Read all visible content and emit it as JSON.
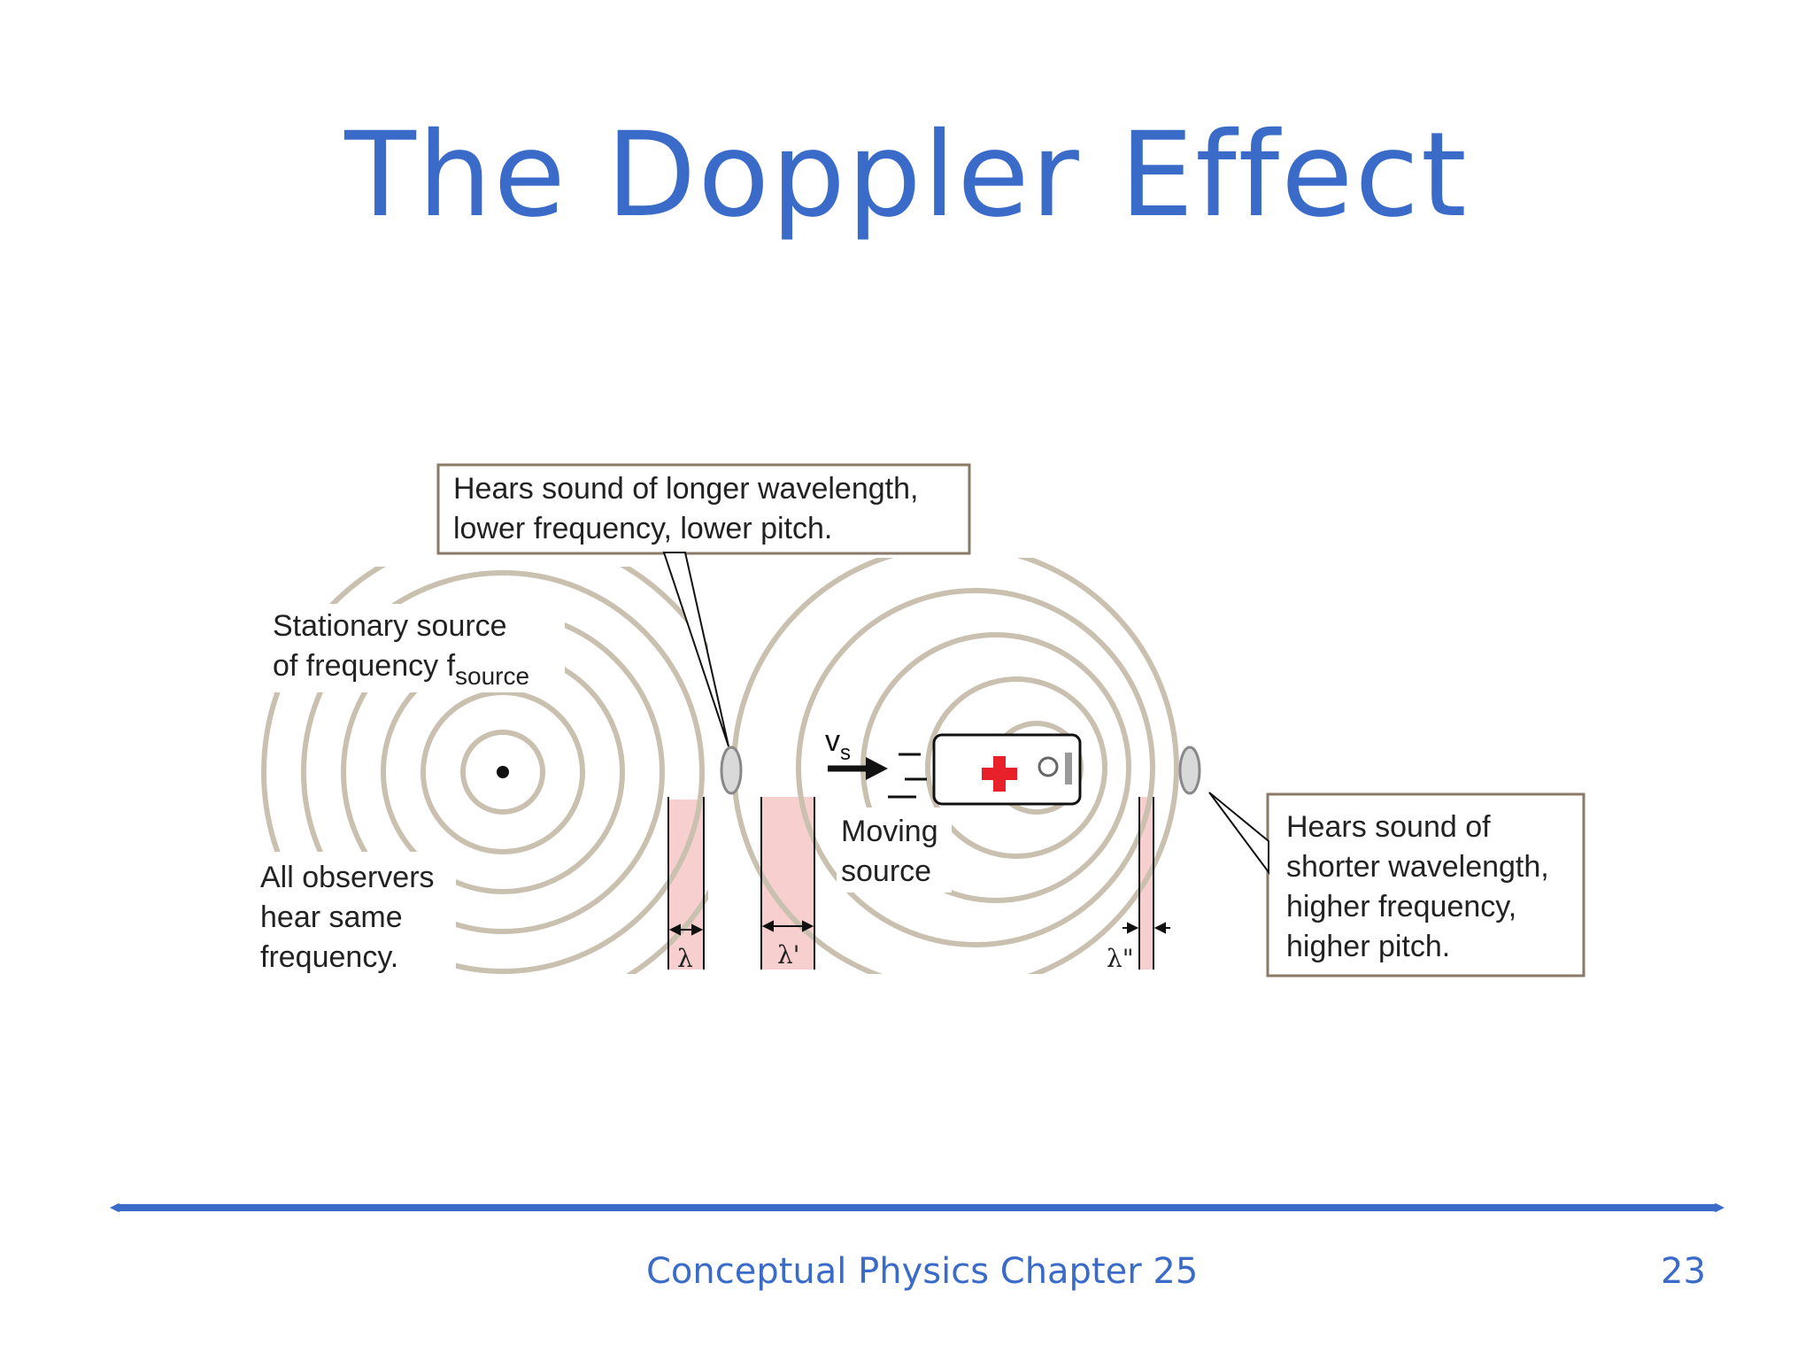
{
  "slide": {
    "title": "The Doppler Effect",
    "footer": {
      "course": "Conceptual Physics  Chapter 25",
      "page": "23"
    }
  },
  "diagram": {
    "callout_left": {
      "line1": "Hears sound of longer wavelength,",
      "line2": "lower frequency, lower pitch."
    },
    "callout_right": {
      "line1": "Hears sound of",
      "line2": "shorter wavelength,",
      "line3": "higher frequency,",
      "line4": "higher pitch."
    },
    "stationary_label": {
      "line1": "Stationary source",
      "line2": "of frequency f",
      "subscript": "source"
    },
    "observers_label": {
      "line1": "All observers",
      "line2": "hear same",
      "line3": "frequency."
    },
    "moving_label": {
      "line1": "Moving",
      "line2": "source"
    },
    "velocity_symbol": "v",
    "velocity_subscript": "s",
    "wavelength_labels": [
      "λ",
      "λ'",
      "λ\""
    ]
  },
  "colors": {
    "accent": "#3b6bc9",
    "wave": "#c9c0b0",
    "band": "#f8cfcf",
    "cross": "#e8202a",
    "box": "#8a7a66"
  }
}
